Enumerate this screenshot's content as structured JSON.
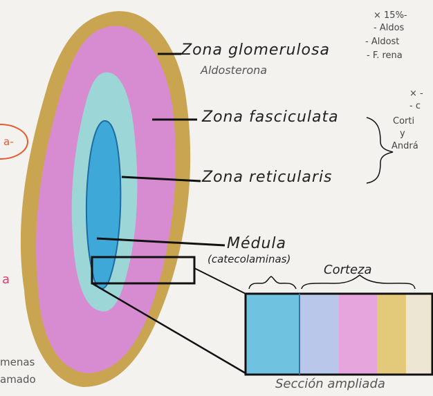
{
  "labels": {
    "glomerulosa": "Zona glomerulosa",
    "aldosterona": "Aldosterona",
    "fasciculata": "Zona fasciculata",
    "reticularis": "Zona reticularis",
    "medula": "Médula",
    "catecolaminas": "(catecolaminas)",
    "corteza": "Corteza",
    "seccion": "Sección ampliada"
  },
  "right_notes": {
    "line1": "× 15%-",
    "line2": "- Aldos",
    "line3": "- Aldost",
    "line4": "- F. rena",
    "line5": "× -",
    "line6": "- c",
    "line7": "Corti",
    "line8": "y",
    "line9": "Andrá"
  },
  "left_fragments": {
    "a": "a-",
    "b": "a",
    "c": "menas",
    "d": "amado"
  },
  "colors": {
    "capsule": "#c9a552",
    "cortex": "#d78bd0",
    "fasciculata_inner": "#9dd6d6",
    "medulla": "#3ea8d9",
    "background": "#f3f2ef"
  }
}
